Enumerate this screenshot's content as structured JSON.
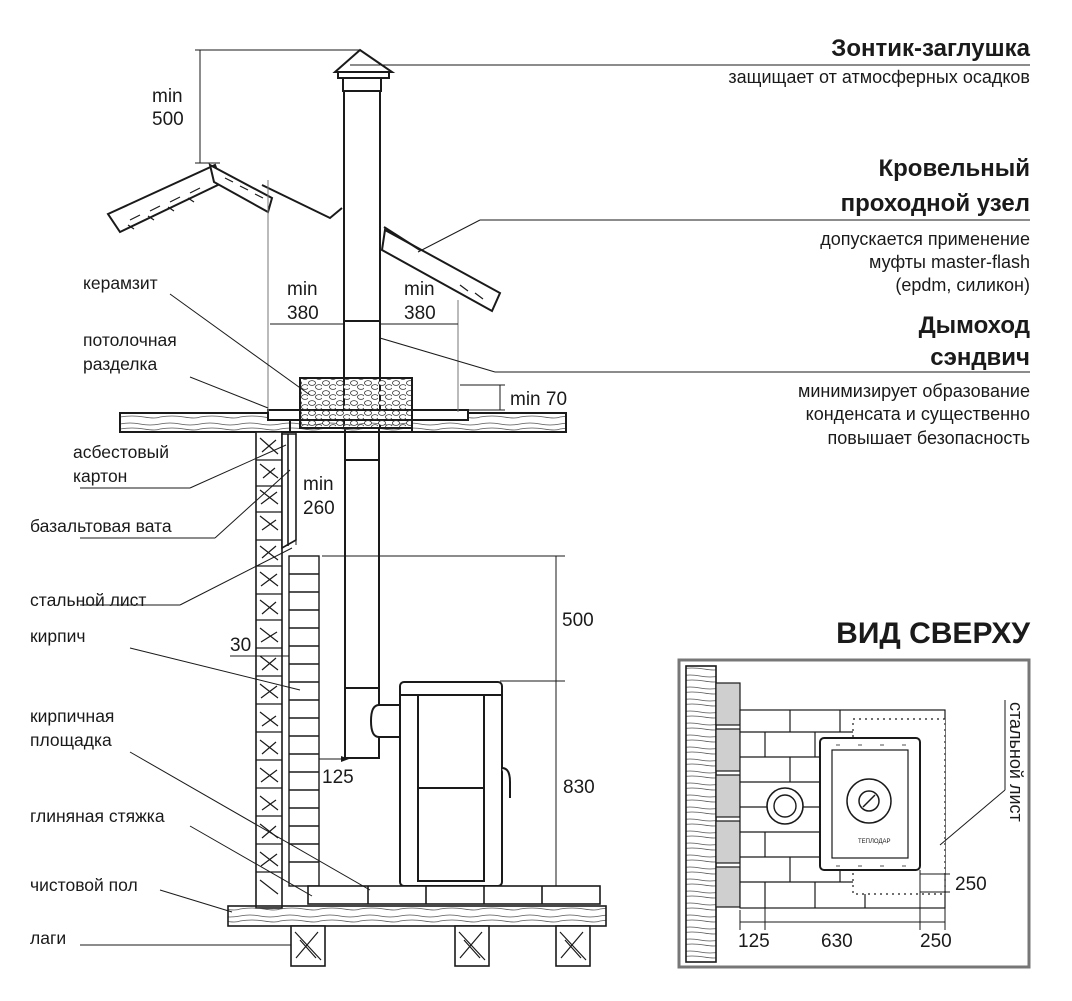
{
  "right_notes": {
    "cap": {
      "title": "Зонтик-заглушка",
      "desc": "защищает от атмосферных осадков"
    },
    "roof_node": {
      "title_1": "Кровельный",
      "title_2": "проходной узел",
      "desc_1": "допускается применение",
      "desc_2": "муфты master-flash",
      "desc_3": "(epdm, силикон)"
    },
    "chimney": {
      "title_1": "Дымоход",
      "title_2": "сэндвич",
      "desc_1": "минимизирует образование",
      "desc_2": "конденсата и существенно",
      "desc_3": "повышает безопасность"
    }
  },
  "left_labels": {
    "keramzit": "керамзит",
    "ceiling_sep_1": "потолочная",
    "ceiling_sep_2": "разделка",
    "asbestos_1": "асбестовый",
    "asbestos_2": "картон",
    "basalt": "базальтовая вата",
    "steel": "стальной лист",
    "brick": "кирпич",
    "brick_pad_1": "кирпичная",
    "brick_pad_2": "площадка",
    "clay": "глиняная стяжка",
    "floor": "чистовой пол",
    "joists": "лаги"
  },
  "dimensions": {
    "top_min": "min",
    "top_500": "500",
    "left_min": "min",
    "left_380": "380",
    "right_min": "min",
    "right_380": "380",
    "min70": "min 70",
    "mid_min": "min",
    "mid_260": "260",
    "d500": "500",
    "d830": "830",
    "d30": "30",
    "d125": "125"
  },
  "top_view": {
    "title": "ВИД СВЕРХУ",
    "steel_label": "стальной лист",
    "d125": "125",
    "d630": "630",
    "d250_bottom": "250",
    "d250_side": "250",
    "brand": "ТЕПЛОДАР"
  }
}
